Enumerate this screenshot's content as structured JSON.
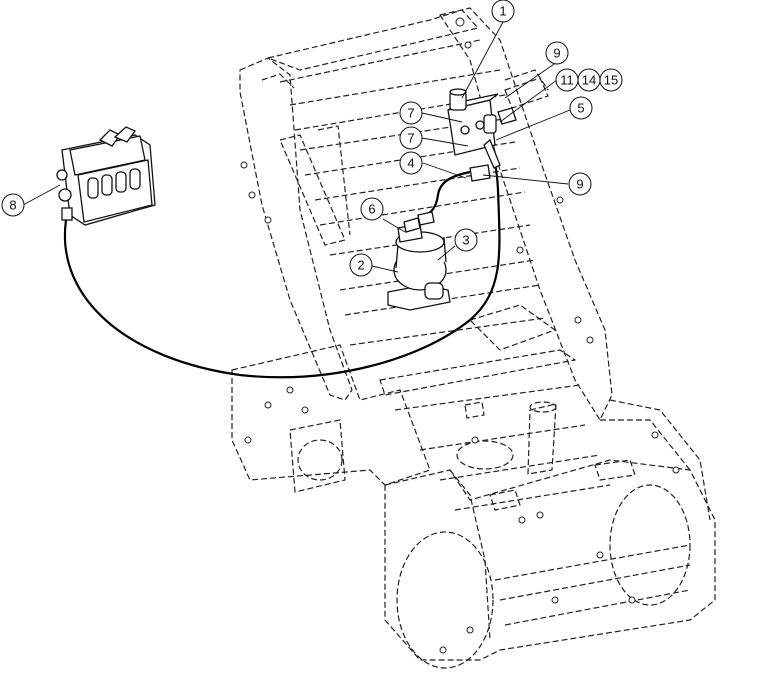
{
  "callouts": {
    "c1": "1",
    "c2": "2",
    "c3": "3",
    "c4": "4",
    "c5": "5",
    "c6": "6",
    "c7a": "7",
    "c7b": "7",
    "c8": "8",
    "c9a": "9",
    "c9b": "9",
    "c11": "11",
    "c14": "14",
    "c15": "15"
  }
}
